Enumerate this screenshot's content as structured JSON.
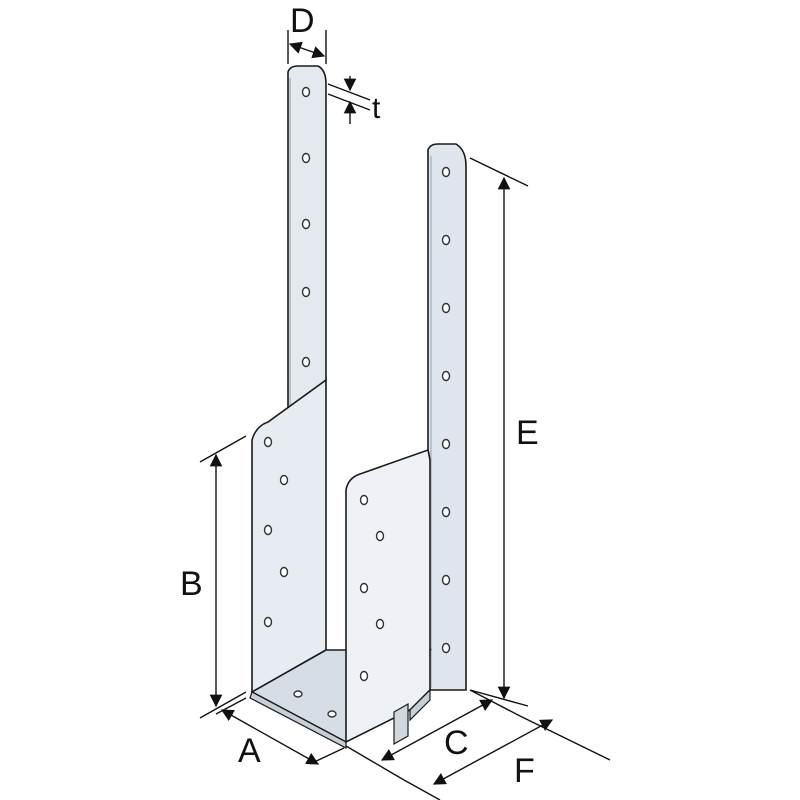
{
  "diagram": {
    "dimension_labels": {
      "A": "A",
      "B": "B",
      "C": "C",
      "D": "D",
      "E": "E",
      "F": "F",
      "t": "t"
    },
    "colors": {
      "metal_face": "#dfe6ee",
      "metal_light": "#eef2f6",
      "metal_dark": "#b9c3cd",
      "outline": "#1a1a1a",
      "dimension_line": "#111111"
    }
  }
}
